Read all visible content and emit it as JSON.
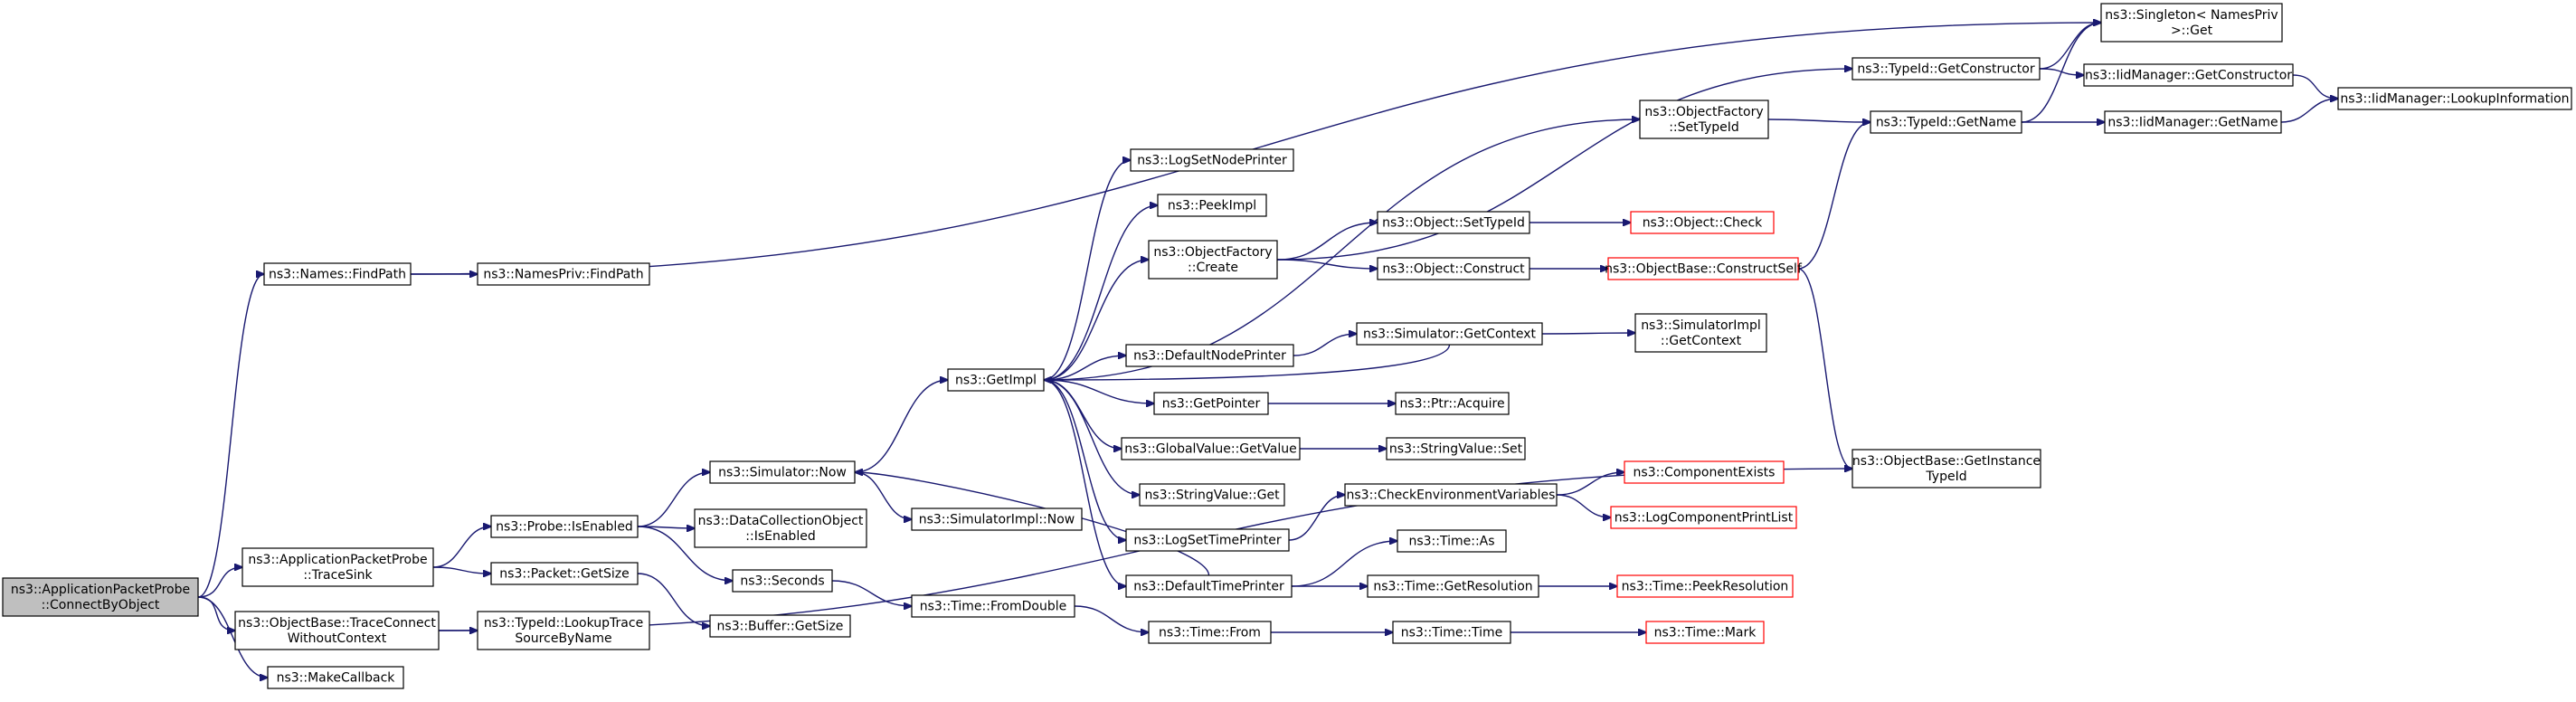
{
  "colors": {
    "edge": "#191970",
    "root_fill": "#bfbfbf",
    "truncated_border": "#ff0000",
    "border": "#000000"
  },
  "nodes": [
    {
      "id": "root",
      "lines": [
        "ns3::ApplicationPacketProbe",
        "::ConnectByObject"
      ],
      "style": "root"
    },
    {
      "id": "names_findpath",
      "lines": [
        "ns3::Names::FindPath"
      ]
    },
    {
      "id": "namespriv_findpath",
      "lines": [
        "ns3::NamesPriv::FindPath"
      ]
    },
    {
      "id": "app_tracesink",
      "lines": [
        "ns3::ApplicationPacketProbe",
        "::TraceSink"
      ]
    },
    {
      "id": "objbase_traceconnect",
      "lines": [
        "ns3::ObjectBase::TraceConnect",
        "WithoutContext"
      ]
    },
    {
      "id": "makecallback",
      "lines": [
        "ns3::MakeCallback"
      ]
    },
    {
      "id": "probe_isenabled",
      "lines": [
        "ns3::Probe::IsEnabled"
      ]
    },
    {
      "id": "packet_getsize",
      "lines": [
        "ns3::Packet::GetSize"
      ]
    },
    {
      "id": "typeid_lookuptrace",
      "lines": [
        "ns3::TypeId::LookupTrace",
        "SourceByName"
      ]
    },
    {
      "id": "sim_now",
      "lines": [
        "ns3::Simulator::Now"
      ]
    },
    {
      "id": "dco_isenabled",
      "lines": [
        "ns3::DataCollectionObject",
        "::IsEnabled"
      ]
    },
    {
      "id": "seconds",
      "lines": [
        "ns3::Seconds"
      ]
    },
    {
      "id": "buffer_getsize",
      "lines": [
        "ns3::Buffer::GetSize"
      ]
    },
    {
      "id": "getimpl",
      "lines": [
        "ns3::GetImpl"
      ]
    },
    {
      "id": "simimpl_now",
      "lines": [
        "ns3::SimulatorImpl::Now"
      ]
    },
    {
      "id": "time_fromdouble",
      "lines": [
        "ns3::Time::FromDouble"
      ]
    },
    {
      "id": "logsetnodeprinter",
      "lines": [
        "ns3::LogSetNodePrinter"
      ]
    },
    {
      "id": "peekimpl",
      "lines": [
        "ns3::PeekImpl"
      ]
    },
    {
      "id": "objfactory_create",
      "lines": [
        "ns3::ObjectFactory",
        "::Create"
      ]
    },
    {
      "id": "defaultnodeprinter",
      "lines": [
        "ns3::DefaultNodePrinter"
      ]
    },
    {
      "id": "getpointer",
      "lines": [
        "ns3::GetPointer"
      ]
    },
    {
      "id": "globalvalue_getvalue",
      "lines": [
        "ns3::GlobalValue::GetValue"
      ]
    },
    {
      "id": "stringvalue_get",
      "lines": [
        "ns3::StringValue::Get"
      ]
    },
    {
      "id": "logsettimeprinter",
      "lines": [
        "ns3::LogSetTimePrinter"
      ]
    },
    {
      "id": "defaulttimeprinter",
      "lines": [
        "ns3::DefaultTimePrinter"
      ]
    },
    {
      "id": "time_from",
      "lines": [
        "ns3::Time::From"
      ]
    },
    {
      "id": "objfactory_settypeid",
      "lines": [
        "ns3::ObjectFactory",
        "::SetTypeId"
      ]
    },
    {
      "id": "object_settypeid",
      "lines": [
        "ns3::Object::SetTypeId"
      ]
    },
    {
      "id": "object_construct",
      "lines": [
        "ns3::Object::Construct"
      ]
    },
    {
      "id": "sim_getcontext",
      "lines": [
        "ns3::Simulator::GetContext"
      ]
    },
    {
      "id": "ptr_acquire",
      "lines": [
        "ns3::Ptr::Acquire"
      ]
    },
    {
      "id": "stringvalue_set",
      "lines": [
        "ns3::StringValue::Set"
      ]
    },
    {
      "id": "checkenvvars",
      "lines": [
        "ns3::CheckEnvironmentVariables"
      ]
    },
    {
      "id": "time_as",
      "lines": [
        "ns3::Time::As"
      ]
    },
    {
      "id": "time_getresolution",
      "lines": [
        "ns3::Time::GetResolution"
      ]
    },
    {
      "id": "time_time",
      "lines": [
        "ns3::Time::Time"
      ]
    },
    {
      "id": "typeid_getconstructor",
      "lines": [
        "ns3::TypeId::GetConstructor"
      ]
    },
    {
      "id": "typeid_getname",
      "lines": [
        "ns3::TypeId::GetName"
      ]
    },
    {
      "id": "object_check",
      "lines": [
        "ns3::Object::Check"
      ],
      "style": "red"
    },
    {
      "id": "objbase_constructself",
      "lines": [
        "ns3::ObjectBase::ConstructSelf"
      ],
      "style": "red"
    },
    {
      "id": "simimpl_getcontext",
      "lines": [
        "ns3::SimulatorImpl",
        "::GetContext"
      ]
    },
    {
      "id": "componentexists",
      "lines": [
        "ns3::ComponentExists"
      ],
      "style": "red"
    },
    {
      "id": "logcomponentprintlist",
      "lines": [
        "ns3::LogComponentPrintList"
      ],
      "style": "red"
    },
    {
      "id": "time_peekresolution",
      "lines": [
        "ns3::Time::PeekResolution"
      ],
      "style": "red"
    },
    {
      "id": "time_mark",
      "lines": [
        "ns3::Time::Mark"
      ],
      "style": "red"
    },
    {
      "id": "singleton_get",
      "lines": [
        "ns3::Singleton< NamesPriv",
        " >::Get"
      ]
    },
    {
      "id": "iidmgr_getconstructor",
      "lines": [
        "ns3::IidManager::GetConstructor"
      ]
    },
    {
      "id": "iidmgr_getname",
      "lines": [
        "ns3::IidManager::GetName"
      ]
    },
    {
      "id": "iidmgr_lookupinfo",
      "lines": [
        "ns3::IidManager::LookupInformation"
      ]
    },
    {
      "id": "objbase_getinstancetypeid",
      "lines": [
        "ns3::ObjectBase::GetInstance",
        "TypeId"
      ]
    }
  ],
  "edges": [
    [
      "root",
      "names_findpath"
    ],
    [
      "root",
      "app_tracesink"
    ],
    [
      "root",
      "objbase_traceconnect"
    ],
    [
      "root",
      "makecallback"
    ],
    [
      "names_findpath",
      "namespriv_findpath"
    ],
    [
      "names_findpath",
      "singleton_get"
    ],
    [
      "app_tracesink",
      "probe_isenabled"
    ],
    [
      "app_tracesink",
      "packet_getsize"
    ],
    [
      "objbase_traceconnect",
      "typeid_lookuptrace"
    ],
    [
      "objbase_traceconnect",
      "objbase_getinstancetypeid"
    ],
    [
      "probe_isenabled",
      "sim_now"
    ],
    [
      "probe_isenabled",
      "dco_isenabled"
    ],
    [
      "probe_isenabled",
      "seconds"
    ],
    [
      "packet_getsize",
      "buffer_getsize"
    ],
    [
      "sim_now",
      "getimpl"
    ],
    [
      "sim_now",
      "simimpl_now"
    ],
    [
      "seconds",
      "time_fromdouble"
    ],
    [
      "time_fromdouble",
      "time_from"
    ],
    [
      "getimpl",
      "logsetnodeprinter"
    ],
    [
      "getimpl",
      "peekimpl"
    ],
    [
      "getimpl",
      "objfactory_create"
    ],
    [
      "getimpl",
      "defaultnodeprinter"
    ],
    [
      "getimpl",
      "getpointer"
    ],
    [
      "getimpl",
      "globalvalue_getvalue"
    ],
    [
      "getimpl",
      "stringvalue_get"
    ],
    [
      "getimpl",
      "logsettimeprinter"
    ],
    [
      "getimpl",
      "defaulttimeprinter"
    ],
    [
      "getimpl",
      "objfactory_settypeid"
    ],
    [
      "defaultnodeprinter",
      "sim_getcontext"
    ],
    [
      "sim_getcontext",
      "getimpl"
    ],
    [
      "sim_getcontext",
      "simimpl_getcontext"
    ],
    [
      "defaulttimeprinter",
      "sim_now"
    ],
    [
      "objfactory_create",
      "object_settypeid"
    ],
    [
      "objfactory_create",
      "object_construct"
    ],
    [
      "objfactory_create",
      "typeid_getconstructor"
    ],
    [
      "object_settypeid",
      "object_check"
    ],
    [
      "object_construct",
      "objbase_constructself"
    ],
    [
      "objbase_constructself",
      "typeid_getname"
    ],
    [
      "objbase_constructself",
      "objbase_getinstancetypeid"
    ],
    [
      "getpointer",
      "ptr_acquire"
    ],
    [
      "globalvalue_getvalue",
      "stringvalue_set"
    ],
    [
      "logsettimeprinter",
      "checkenvvars"
    ],
    [
      "checkenvvars",
      "componentexists"
    ],
    [
      "checkenvvars",
      "logcomponentprintlist"
    ],
    [
      "defaulttimeprinter",
      "time_as"
    ],
    [
      "defaulttimeprinter",
      "time_getresolution"
    ],
    [
      "time_getresolution",
      "time_peekresolution"
    ],
    [
      "time_from",
      "time_time"
    ],
    [
      "time_time",
      "time_mark"
    ],
    [
      "objfactory_settypeid",
      "typeid_getname"
    ],
    [
      "typeid_getconstructor",
      "singleton_get"
    ],
    [
      "typeid_getconstructor",
      "iidmgr_getconstructor"
    ],
    [
      "typeid_getname",
      "singleton_get"
    ],
    [
      "typeid_getname",
      "iidmgr_getname"
    ],
    [
      "iidmgr_getconstructor",
      "iidmgr_lookupinfo"
    ],
    [
      "iidmgr_getname",
      "iidmgr_lookupinfo"
    ]
  ]
}
